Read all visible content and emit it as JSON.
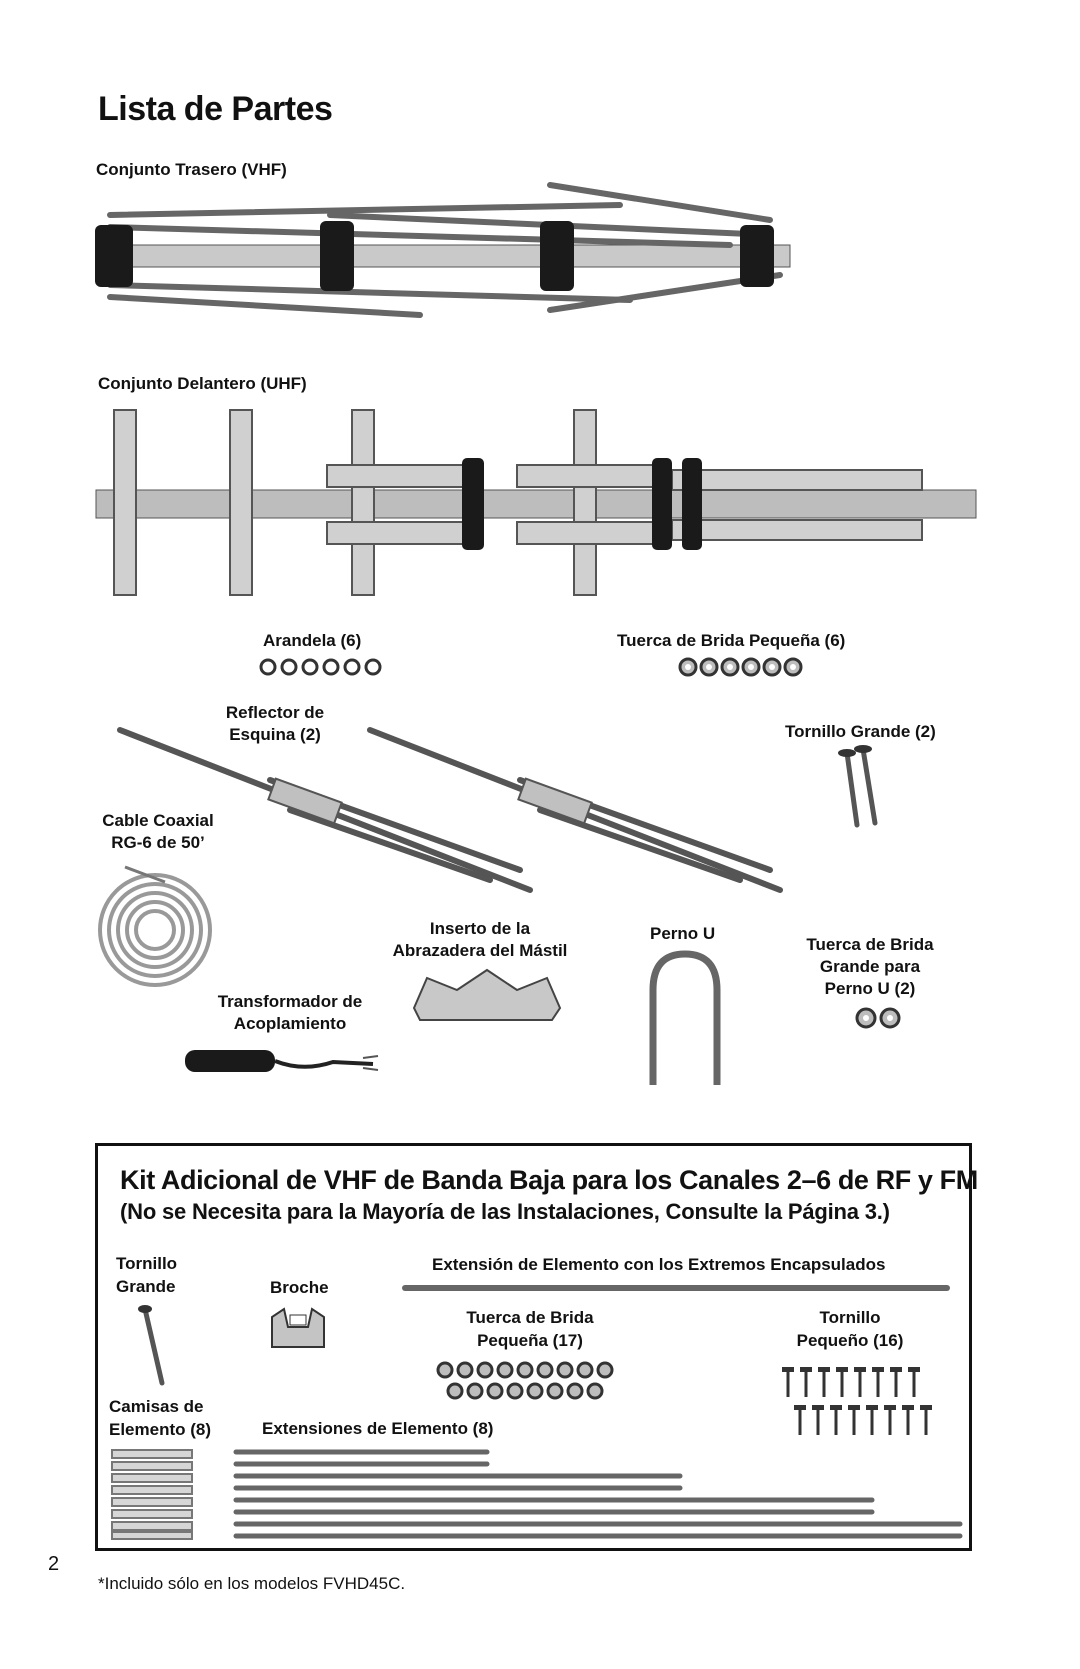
{
  "page": {
    "title": "Lista de Partes",
    "page_number": "2",
    "footnote": "*Incluido sólo en los modelos FVHD45C."
  },
  "parts": {
    "rear_assembly": "Conjunto Trasero (VHF)",
    "front_assembly": "Conjunto Delantero (UHF)",
    "washer": "Arandela (6)",
    "small_flange_nut": "Tuerca de Brida Pequeña (6)",
    "corner_reflector_line1": "Reflector de",
    "corner_reflector_line2": "Esquina (2)",
    "large_bolt": "Tornillo Grande (2)",
    "coax_line1": "Cable Coaxial",
    "coax_line2": "RG-6 de 50’",
    "mast_insert_line1": "Inserto de la",
    "mast_insert_line2": "Abrazadera del Mástil",
    "u_bolt": "Perno U",
    "large_nut_line1": "Tuerca de Brida",
    "large_nut_line2": "Grande para",
    "large_nut_line3": "Perno U (2)",
    "transformer_line1": "Transformador de",
    "transformer_line2": "Acoplamiento"
  },
  "kit": {
    "title": "Kit Adicional de VHF de Banda Baja para los Canales 2–6 de RF y FM",
    "subtitle": "(No se Necesita para la Mayoría de las Instalaciones, Consulte la Página 3.)",
    "large_bolt_line1": "Tornillo",
    "large_bolt_line2": "Grande",
    "clip": "Broche",
    "capped_extension": "Extensión de Elemento con los Extremos Encapsulados",
    "small_nut_line1": "Tuerca de Brida",
    "small_nut_line2": "Pequeña (17)",
    "small_bolt_line1": "Tornillo",
    "small_bolt_line2": "Pequeño (16)",
    "sleeves_line1": "Camisas de",
    "sleeves_line2": "Elemento (8)",
    "extensions": "Extensiones de Elemento (8)"
  }
}
